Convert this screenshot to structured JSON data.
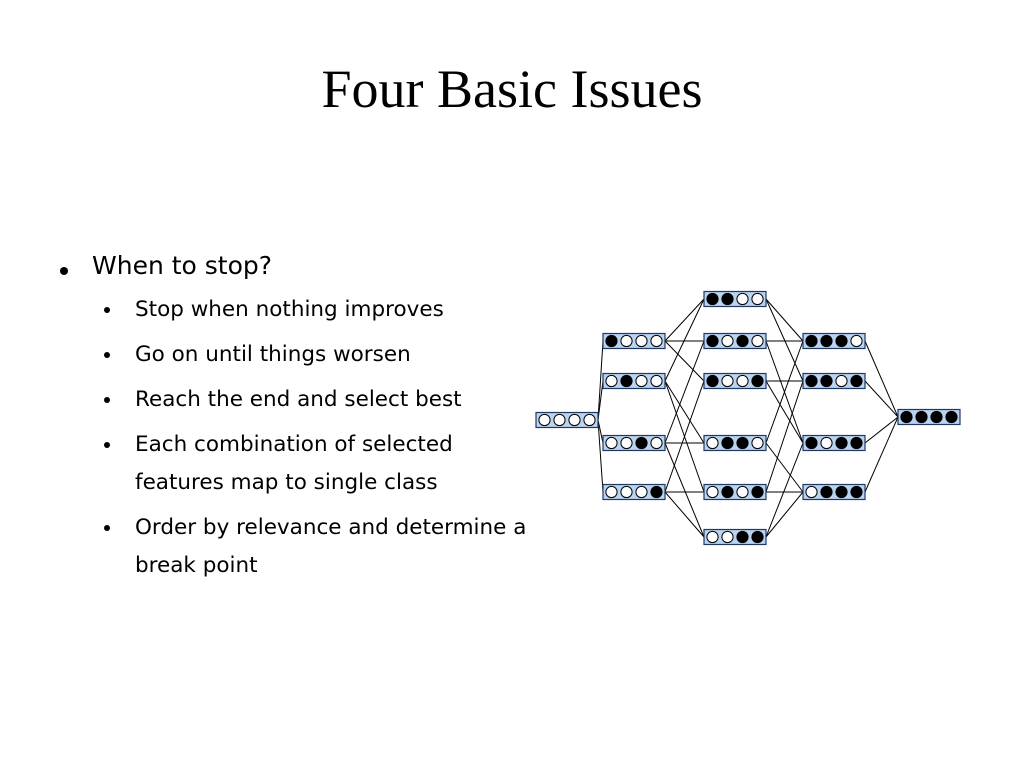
{
  "slide": {
    "title": "Four Basic Issues",
    "bullet": "When to stop?",
    "sub_bullets": [
      "Stop when nothing improves",
      "Go on until things worsen",
      "Reach the end and select best",
      "Each combination of selected features map to  single class",
      "Order by relevance and determine a break point"
    ]
  },
  "lattice": {
    "colors": {
      "box_fill": "#b9d3f0",
      "box_border": "#1f3864",
      "filled": "#000000",
      "empty": "#ffffff"
    },
    "nodes": [
      {
        "id": "0000",
        "bits": [
          0,
          0,
          0,
          0
        ]
      },
      {
        "id": "1000",
        "bits": [
          1,
          0,
          0,
          0
        ]
      },
      {
        "id": "0100",
        "bits": [
          0,
          1,
          0,
          0
        ]
      },
      {
        "id": "0010",
        "bits": [
          0,
          0,
          1,
          0
        ]
      },
      {
        "id": "0001",
        "bits": [
          0,
          0,
          0,
          1
        ]
      },
      {
        "id": "1100",
        "bits": [
          1,
          1,
          0,
          0
        ]
      },
      {
        "id": "1010",
        "bits": [
          1,
          0,
          1,
          0
        ]
      },
      {
        "id": "1001",
        "bits": [
          1,
          0,
          0,
          1
        ]
      },
      {
        "id": "0110",
        "bits": [
          0,
          1,
          1,
          0
        ]
      },
      {
        "id": "0101",
        "bits": [
          0,
          1,
          0,
          1
        ]
      },
      {
        "id": "0011",
        "bits": [
          0,
          0,
          1,
          1
        ]
      },
      {
        "id": "1110",
        "bits": [
          1,
          1,
          1,
          0
        ]
      },
      {
        "id": "1101",
        "bits": [
          1,
          1,
          0,
          1
        ]
      },
      {
        "id": "1011",
        "bits": [
          1,
          0,
          1,
          1
        ]
      },
      {
        "id": "0111",
        "bits": [
          0,
          1,
          1,
          1
        ]
      },
      {
        "id": "1111",
        "bits": [
          1,
          1,
          1,
          1
        ]
      }
    ]
  }
}
